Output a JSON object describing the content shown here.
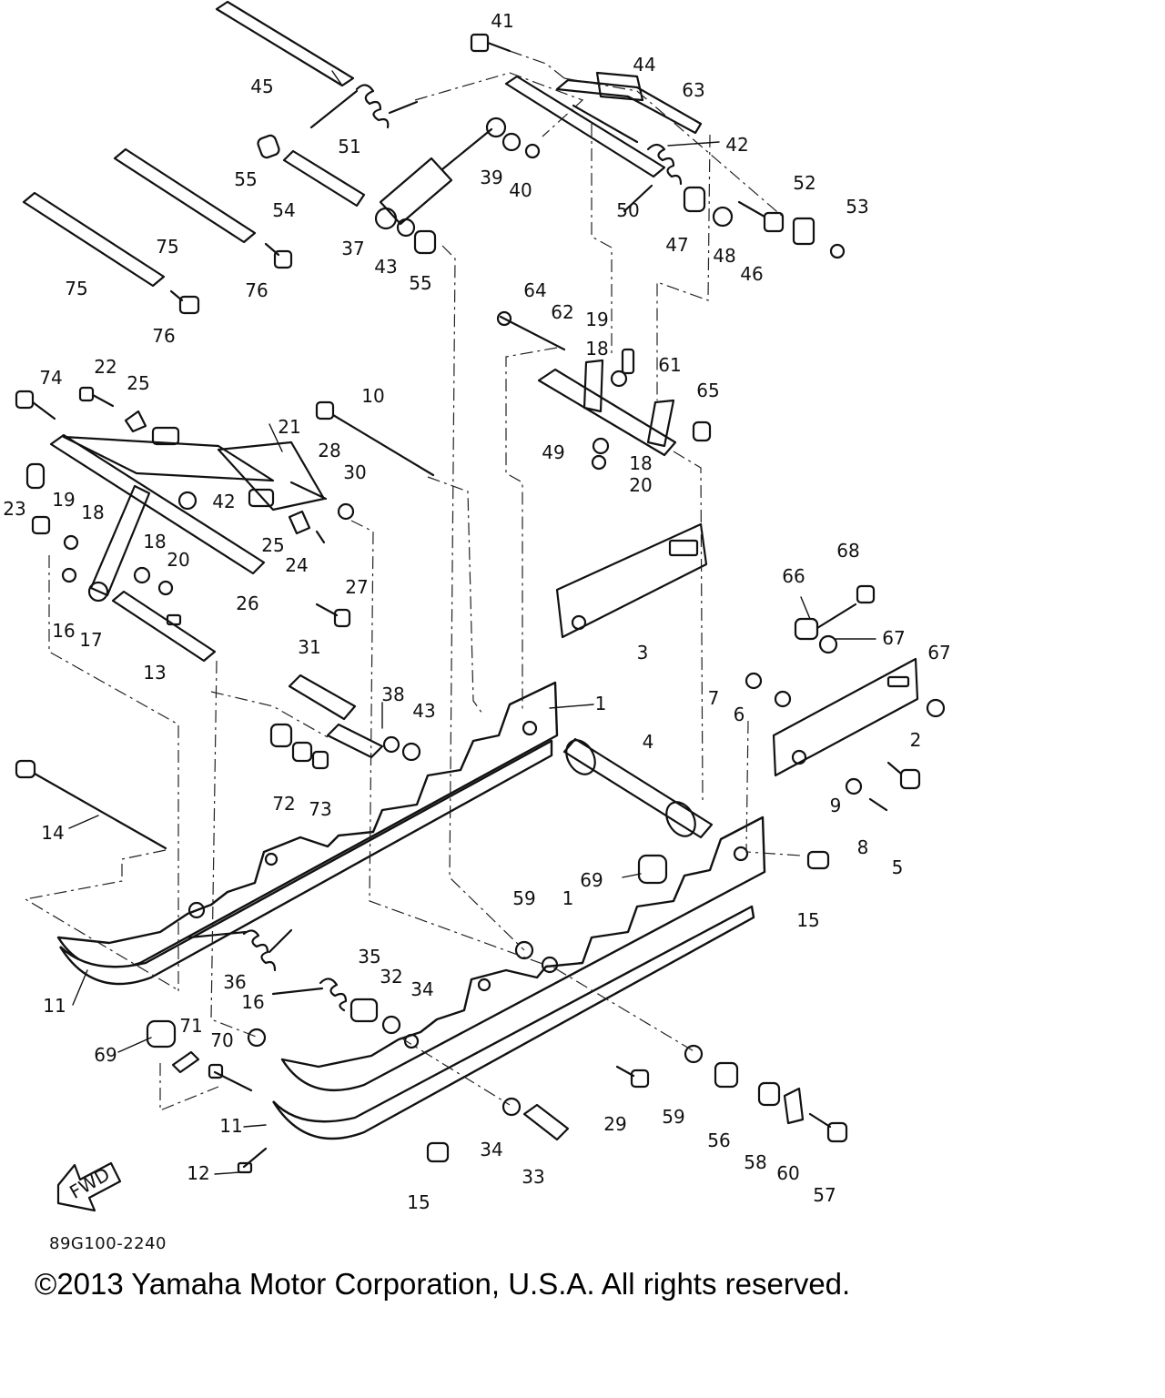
{
  "diagram": {
    "callouts": [
      "41",
      "44",
      "63",
      "45",
      "51",
      "42",
      "55",
      "54",
      "39",
      "40",
      "50",
      "52",
      "53",
      "75",
      "37",
      "43",
      "47",
      "48",
      "46",
      "76",
      "64",
      "62",
      "19",
      "18",
      "61",
      "65",
      "74",
      "22",
      "25",
      "10",
      "21",
      "28",
      "30",
      "49",
      "20",
      "23",
      "26",
      "24",
      "27",
      "17",
      "16",
      "13",
      "31",
      "3",
      "66",
      "68",
      "67",
      "1",
      "38",
      "72",
      "73",
      "7",
      "6",
      "2",
      "4",
      "14",
      "9",
      "8",
      "5",
      "15",
      "69",
      "59",
      "11",
      "36",
      "35",
      "32",
      "34",
      "12",
      "71",
      "70",
      "29",
      "56",
      "58",
      "60",
      "57",
      "33"
    ],
    "fwd_label": "FWD",
    "drawing_code": "89G100-2240"
  },
  "footer": {
    "copyright": "©2013 Yamaha Motor Corporation, U.S.A. All rights reserved."
  }
}
